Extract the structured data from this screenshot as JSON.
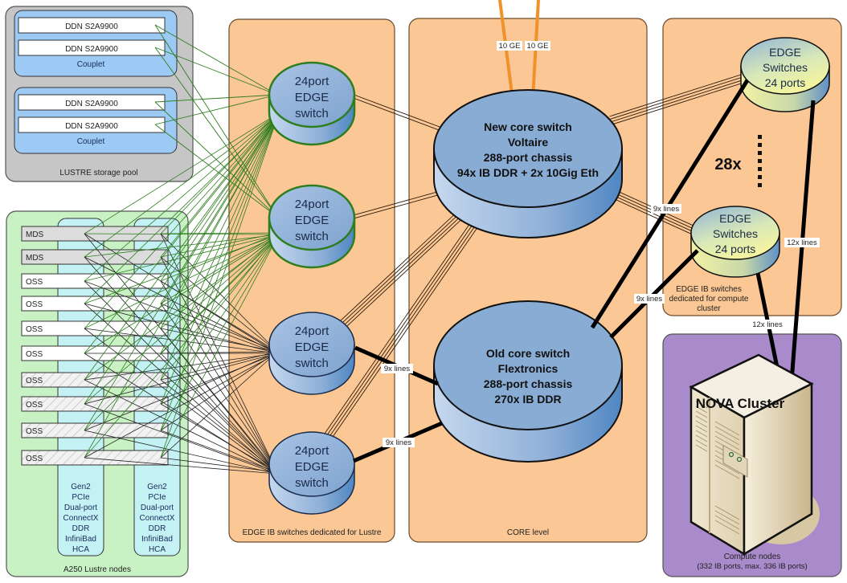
{
  "storage_pool": {
    "label": "LUSTRE storage pool",
    "couplets": [
      {
        "label": "Couplet",
        "units": [
          "DDN S2A9900",
          "DDN S2A9900"
        ]
      },
      {
        "label": "Couplet",
        "units": [
          "DDN S2A9900",
          "DDN S2A9900"
        ]
      }
    ]
  },
  "lustre_nodes": {
    "label": "A250 Lustre nodes",
    "servers": [
      {
        "label": "MDS",
        "style": "gray"
      },
      {
        "label": "MDS",
        "style": "gray"
      },
      {
        "label": "OSS",
        "style": "white"
      },
      {
        "label": "OSS",
        "style": "white"
      },
      {
        "label": "OSS",
        "style": "white"
      },
      {
        "label": "OSS",
        "style": "white"
      },
      {
        "label": "OSS",
        "style": "hatched"
      },
      {
        "label": "OSS",
        "style": "hatched"
      },
      {
        "label": "OSS",
        "style": "hatched"
      },
      {
        "label": "OSS",
        "style": "hatched"
      }
    ],
    "hca_columns": [
      [
        "Gen2",
        "PCIe",
        "Dual-port",
        "ConnectX",
        "DDR",
        "InfiniBad",
        "HCA"
      ],
      [
        "Gen2",
        "PCIe",
        "Dual-port",
        "ConnectX",
        "DDR",
        "InfiniBad",
        "HCA"
      ]
    ]
  },
  "lustre_edge": {
    "label": "EDGE IB switches dedicated  for Lustre",
    "switches": [
      [
        "24port",
        "EDGE",
        "switch"
      ],
      [
        "24port",
        "EDGE",
        "switch"
      ],
      [
        "24port",
        "EDGE",
        "switch"
      ],
      [
        "24port",
        "EDGE",
        "switch"
      ]
    ]
  },
  "core": {
    "label": "CORE level",
    "new_switch": [
      "New core switch",
      "Voltaire",
      "288-port chassis",
      "94x IB DDR + 2x 10Gig Eth"
    ],
    "old_switch": [
      "Old core switch",
      "Flextronics",
      "288-port chassis",
      "270x IB DDR"
    ],
    "uplinks": [
      "10 GE",
      "10 GE"
    ]
  },
  "compute_edge": {
    "label": [
      "EDGE IB switches",
      "dedicated  for compute",
      "cluster"
    ],
    "switch_top": [
      "EDGE",
      "Switches",
      "24 ports"
    ],
    "switch_bottom": [
      "EDGE",
      "Switches",
      "24 ports"
    ],
    "multiplier": "28x"
  },
  "compute": {
    "title": "NOVA Cluster",
    "label": [
      "Compute nodes",
      "(332 IB ports, max. 336 IB ports)"
    ]
  },
  "link_labels": {
    "lustre_edge3_old": "9x lines",
    "lustre_edge4_old": "9x lines",
    "new_compute_edge": "9x lines",
    "old_compute_edge": "9x lines",
    "edge_top_nova": "12x lines",
    "edge_bottom_nova": "12x lines"
  },
  "colors": {
    "storage_bg": "#c6c6c6",
    "couplet_bg": "#9ccaf4",
    "nodes_bg": "#c8f2c4",
    "hca_bg": "#c4f2f4",
    "zone_bg": "#fbc794",
    "compute_bg": "#a98acb",
    "switch_blue": "#88acd4",
    "green_link": "#2e7d1f",
    "uplink_orange": "#f0922a"
  }
}
